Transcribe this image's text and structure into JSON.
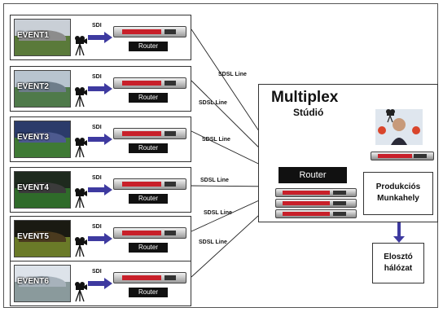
{
  "events": [
    {
      "label": "EVENT1",
      "sky": "#c9cfd6",
      "field": "#5a7a3a",
      "stand": "#8c8c8c"
    },
    {
      "label": "EVENT2",
      "sky": "#b8c4cf",
      "field": "#4f7a4a",
      "stand": "#6e7d8a"
    },
    {
      "label": "EVENT3",
      "sky": "#2b3b6a",
      "field": "#3f7a35",
      "stand": "#4d5a8f"
    },
    {
      "label": "EVENT4",
      "sky": "#1e2a1e",
      "field": "#2f6b2a",
      "stand": "#3b3b3b"
    },
    {
      "label": "EVENT5",
      "sky": "#1a1a12",
      "field": "#6a7a28",
      "stand": "#4a3a1e"
    },
    {
      "label": "EVENT6",
      "sky": "#dde3ea",
      "field": "#8a9a9c",
      "stand": "#a7b2bb"
    }
  ],
  "sdi_label": "SDI",
  "router_label": "Router",
  "sdsl_labels": [
    "SDSL Line",
    "SDSL Line",
    "SDSL Line",
    "SDSL Line",
    "SDSL Line",
    "SDSL Line"
  ],
  "studio": {
    "title": "Multiplex",
    "subtitle": "Stúdió",
    "router_label": "Router",
    "production_line1": "Produkciós",
    "production_line2": "Munkahely",
    "distribution_line1": "Elosztó",
    "distribution_line2": "hálózat"
  },
  "colors": {
    "device_red": "#c8202a",
    "arrow_blue": "#3e3aa0"
  }
}
